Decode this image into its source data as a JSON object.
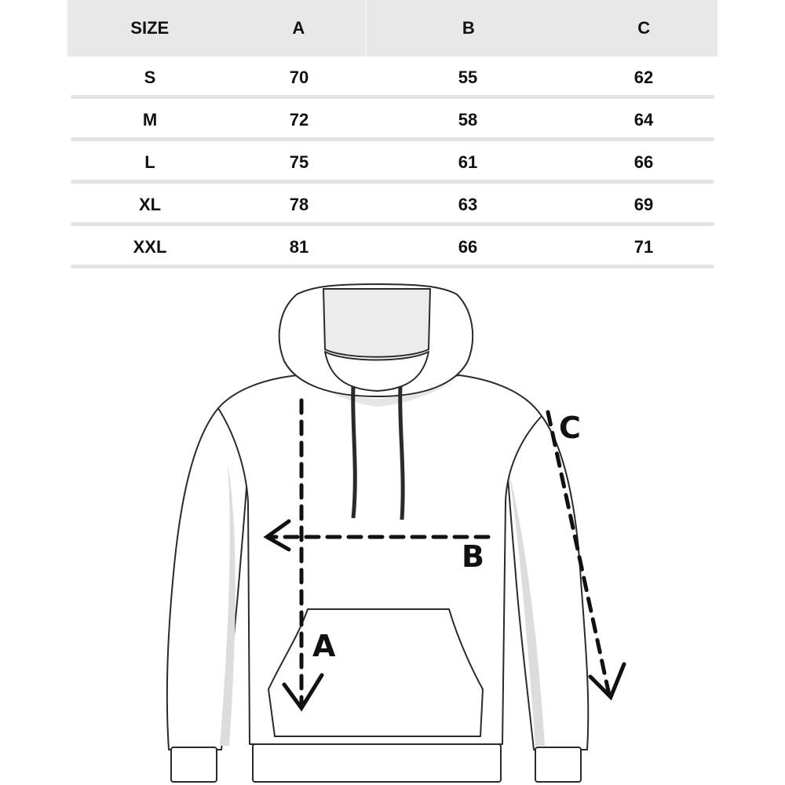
{
  "table": {
    "headers": [
      "SIZE",
      "A",
      "B",
      "C"
    ],
    "rows": [
      [
        "S",
        "70",
        "55",
        "62"
      ],
      [
        "M",
        "72",
        "58",
        "64"
      ],
      [
        "L",
        "75",
        "61",
        "66"
      ],
      [
        "XL",
        "78",
        "63",
        "69"
      ],
      [
        "XXL",
        "81",
        "66",
        "71"
      ]
    ]
  },
  "diagram": {
    "labels": {
      "a": "A",
      "b": "B",
      "c": "C"
    },
    "colors": {
      "outline": "#2a2a2a",
      "shade": "#dcdcdc",
      "dash": "#111111"
    }
  }
}
